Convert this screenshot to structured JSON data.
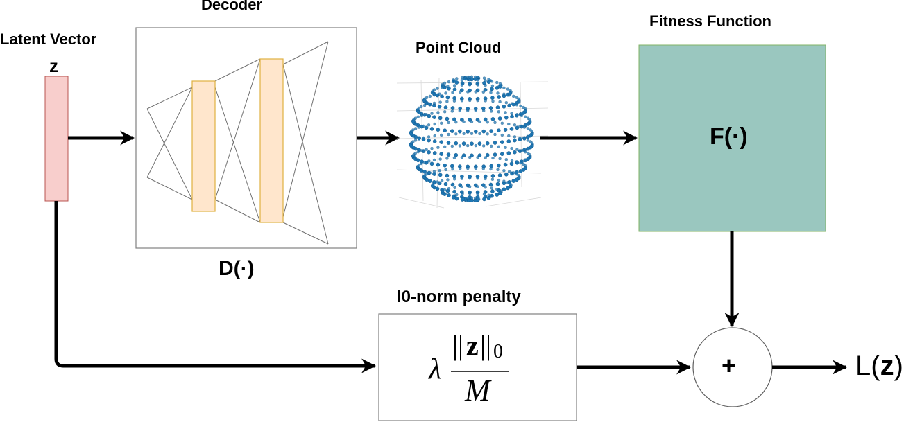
{
  "latent": {
    "title": "Latent Vector",
    "symbol": "z",
    "fill": "#f8cecc",
    "stroke": "#b85450"
  },
  "decoder": {
    "title": "Decoder",
    "function_label": "D(·)",
    "layer_fill": "#ffe6cc",
    "layer_stroke": "#e0b040"
  },
  "point_cloud": {
    "title": "Point Cloud",
    "color": "#1f77b4"
  },
  "fitness": {
    "title": "Fitness Function",
    "function_label": "F(·)",
    "fill": "#9ac7bf",
    "stroke": "#82b366"
  },
  "penalty": {
    "title": "l0-norm penalty",
    "lambda": "λ",
    "numerator_open": "||",
    "numerator_var": "z",
    "numerator_close": "||",
    "subscript": "0",
    "denominator": "M"
  },
  "sum_node": {
    "symbol": "+"
  },
  "output": {
    "label_prefix": "L(",
    "label_var": "z",
    "label_suffix": ")"
  }
}
